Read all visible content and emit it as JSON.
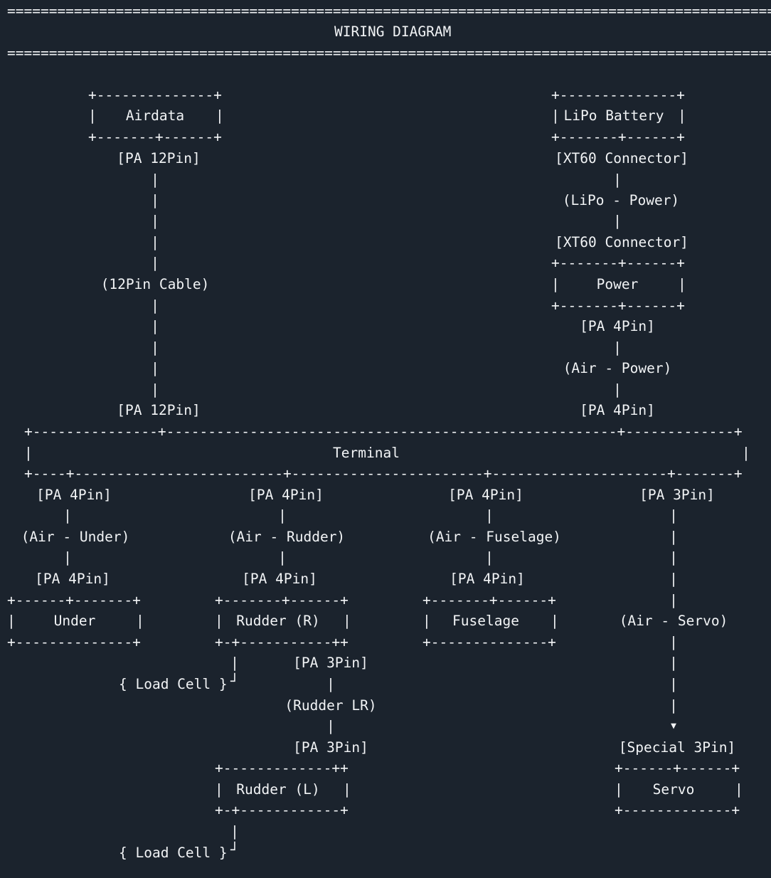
{
  "diagram": {
    "rule": "===================================================================================================================",
    "title": "WIRING DIAGRAM",
    "dash_long": "----------------------------------------------------------------------------------------------------------------------",
    "labels": {
      "airdata_box": "Airdata",
      "lipo_box": "LiPo Battery",
      "power_box": "Power",
      "terminal_box": "Terminal",
      "under_box": "Under",
      "rudder_r_box": "Rudder (R)",
      "fuselage_box": "Fuselage",
      "rudder_l_box": "Rudder (L)",
      "servo_box": "Servo",
      "pa12": "[PA 12Pin]",
      "cable12": "(12Pin Cable)",
      "xt60": "[XT60 Connector]",
      "lipo_power": "(LiPo - Power)",
      "pa4": "[PA 4Pin]",
      "pa3": "[PA 3Pin]",
      "air_power": "(Air - Power)",
      "air_under": "(Air - Under)",
      "air_rudder": "(Air - Rudder)",
      "air_fuselage": "(Air - Fuselage)",
      "air_servo": "(Air - Servo)",
      "rudder_lr": "(Rudder LR)",
      "special3": "[Special 3Pin]",
      "load_cell": "{ Load Cell }"
    },
    "glyphs": {
      "pipe": "|",
      "plus": "+",
      "corner": "┘",
      "arrow": "▼"
    }
  }
}
